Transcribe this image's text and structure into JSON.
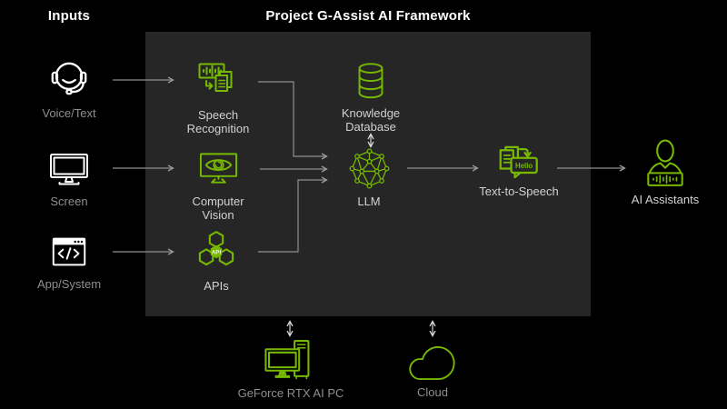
{
  "header": {
    "inputs_heading": "Inputs",
    "title": "Project G-Assist AI Framework"
  },
  "inputs": {
    "voice": {
      "label": "Voice/Text",
      "icon": "headset-icon"
    },
    "screen": {
      "label": "Screen",
      "icon": "monitor-icon"
    },
    "app": {
      "label": "App/System",
      "icon": "code-window-icon"
    }
  },
  "framework": {
    "speech_recognition": {
      "label": "Speech Recognition",
      "icon": "speech-recognition-icon"
    },
    "computer_vision": {
      "label": "Computer Vision",
      "icon": "computer-vision-icon"
    },
    "apis": {
      "label": "APIs",
      "badge_text": "API",
      "icon": "hexagons-api-icon"
    },
    "knowledge_database": {
      "label": "Knowledge Database",
      "icon": "database-icon"
    },
    "llm": {
      "label": "LLM",
      "icon": "neural-network-icon"
    },
    "text_to_speech": {
      "label": "Text-to-Speech",
      "bubble_text": "Hello",
      "icon": "text-to-speech-icon"
    }
  },
  "outputs": {
    "ai_assistants": {
      "label": "AI Assistants",
      "icon": "assistant-person-icon"
    }
  },
  "infrastructure": {
    "geforce_pc": {
      "label": "GeForce RTX AI PC",
      "icon": "desktop-pc-icon"
    },
    "cloud": {
      "label": "Cloud",
      "icon": "cloud-icon"
    }
  },
  "colors": {
    "accent_green": "#76b900",
    "panel_background": "#262626",
    "page_background": "#000000",
    "label_gray": "#8f8f8f",
    "label_light": "#d2d2d2",
    "arrow_gray": "#8f8f8f"
  }
}
